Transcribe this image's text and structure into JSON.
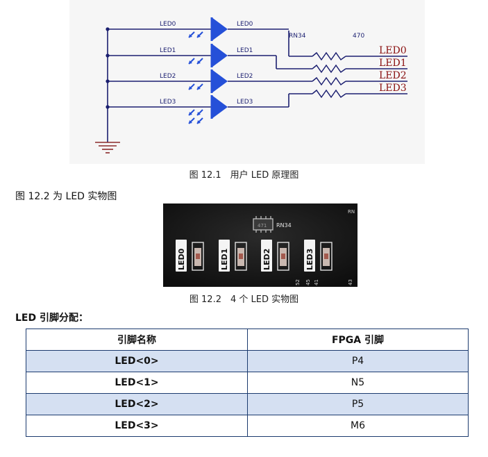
{
  "schematic": {
    "net_labels_left": [
      "LED0",
      "LED1",
      "LED2",
      "LED3"
    ],
    "net_labels_right": [
      "LED0",
      "LED1",
      "LED2",
      "LED3"
    ],
    "outputs": [
      "LED0",
      "LED1",
      "LED2",
      "LED3"
    ],
    "resistor_ref": "RN34",
    "resistor_value": "470",
    "colors": {
      "wire": "#1b1f70",
      "led": "#2550d8",
      "output_label": "#8a1010",
      "ground": "#8a2a2a"
    }
  },
  "captions": {
    "figure_12_1": "图 12.1　用户 LED 原理图",
    "intro": "图 12.2 为 LED 实物图",
    "figure_12_2": "图 12.2　4 个  LED 实物图"
  },
  "photo": {
    "chip_marking": "471",
    "chip_ref": "RN34",
    "corner_mark": "RN",
    "led_labels": [
      "LED0",
      "LED1",
      "LED2",
      "LED3"
    ],
    "bottom_marks": [
      "52",
      "45",
      "41",
      "43"
    ]
  },
  "pin_assignment": {
    "heading": "LED 引脚分配：",
    "columns": [
      "引脚名称",
      "FPGA 引脚"
    ],
    "rows": [
      {
        "name": "LED<0>",
        "pin": "P4"
      },
      {
        "name": "LED<1>",
        "pin": "N5"
      },
      {
        "name": "LED<2>",
        "pin": "P5"
      },
      {
        "name": "LED<3>",
        "pin": "M6"
      }
    ]
  }
}
